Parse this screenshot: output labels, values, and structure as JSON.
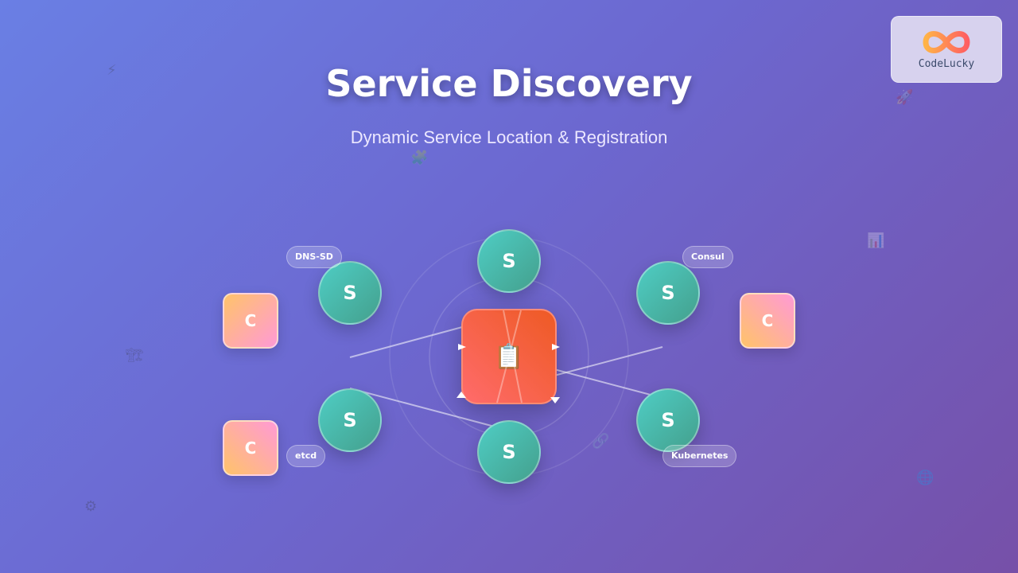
{
  "header": {
    "title": "Service Discovery",
    "subtitle": "Dynamic Service Location & Registration"
  },
  "logo": {
    "text": "CodeLucky"
  },
  "registry": {
    "icon": "clipboard-icon",
    "glyph": "📋"
  },
  "services": [
    {
      "label": "S"
    },
    {
      "label": "S"
    },
    {
      "label": "S"
    },
    {
      "label": "S"
    },
    {
      "label": "S"
    },
    {
      "label": "S"
    }
  ],
  "clients": [
    {
      "label": "C"
    },
    {
      "label": "C"
    },
    {
      "label": "C"
    }
  ],
  "tags": [
    "DNS-SD",
    "Consul",
    "etcd",
    "Kubernetes"
  ],
  "colors": {
    "service": "#4ecdc4",
    "registry": "#ee5a24",
    "client": "#ff9ad5"
  }
}
